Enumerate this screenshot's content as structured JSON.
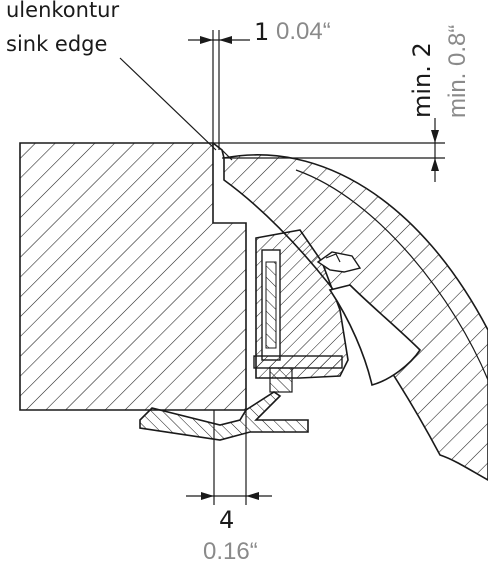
{
  "labels": {
    "contour_de": "ulenkontur",
    "contour_en": "sink edge",
    "top_gap_mm": "1",
    "top_gap_in": "0.04“",
    "right_min_mm": "min. 2",
    "right_min_in": "min. 0.8“",
    "bottom_gap_mm": "4",
    "bottom_gap_in": "0.16“"
  },
  "colors": {
    "line": "#1a1a1a",
    "dim_gray": "#8a8a8a"
  }
}
